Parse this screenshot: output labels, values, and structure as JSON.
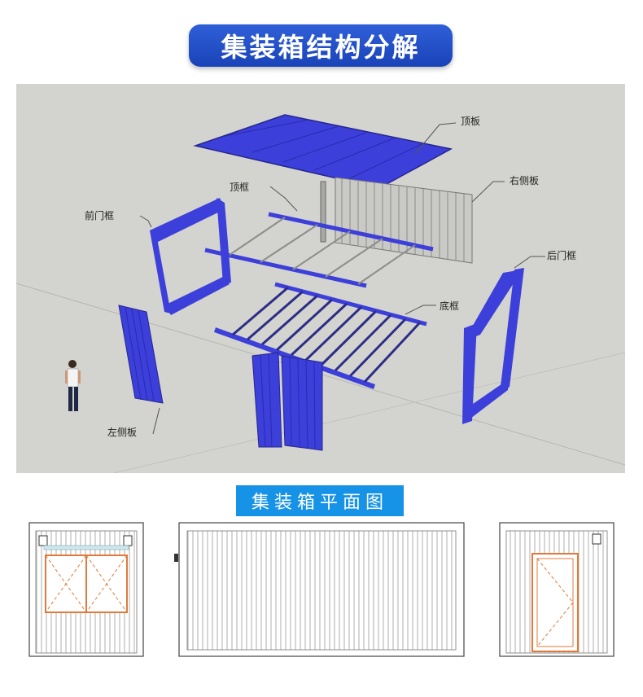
{
  "title": "集装箱结构分解",
  "labels": {
    "top_panel": "顶板",
    "right_side_panel": "右侧板",
    "top_frame": "顶框",
    "front_door_frame": "前门框",
    "rear_door_frame": "后门框",
    "bottom_frame": "底框",
    "left_side_panel": "左侧板"
  },
  "plan_title": "集装箱平面图",
  "colors": {
    "title_bg": "#1f4ec4",
    "plan_title_bg": "#1693e6",
    "panel_blue": "#3c3fd9",
    "bg_gray": "#d3d3cf",
    "window_orange": "#e07a3a"
  }
}
